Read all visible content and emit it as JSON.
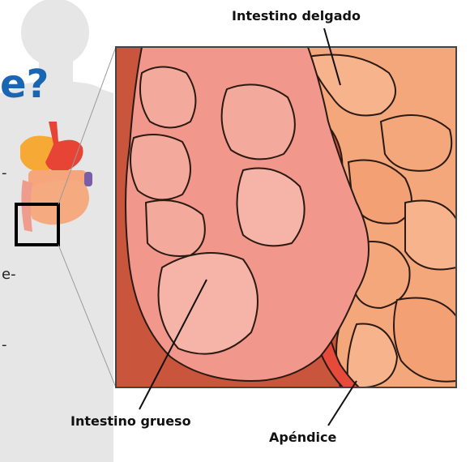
{
  "title_fragment": "e?",
  "side_text": [
    "-",
    "e-",
    "-"
  ],
  "labels": {
    "small_intestine": "Intestino delgado",
    "large_intestine": "Intestino grueso",
    "appendix": "Apéndice"
  },
  "colors": {
    "title_blue": "#1a66b3",
    "silhouette": "#e6e6e6",
    "large_intestine": "#f1978b",
    "small_intestine": "#f4a77b",
    "appendix": "#e64a3b",
    "frame": "#444444"
  }
}
